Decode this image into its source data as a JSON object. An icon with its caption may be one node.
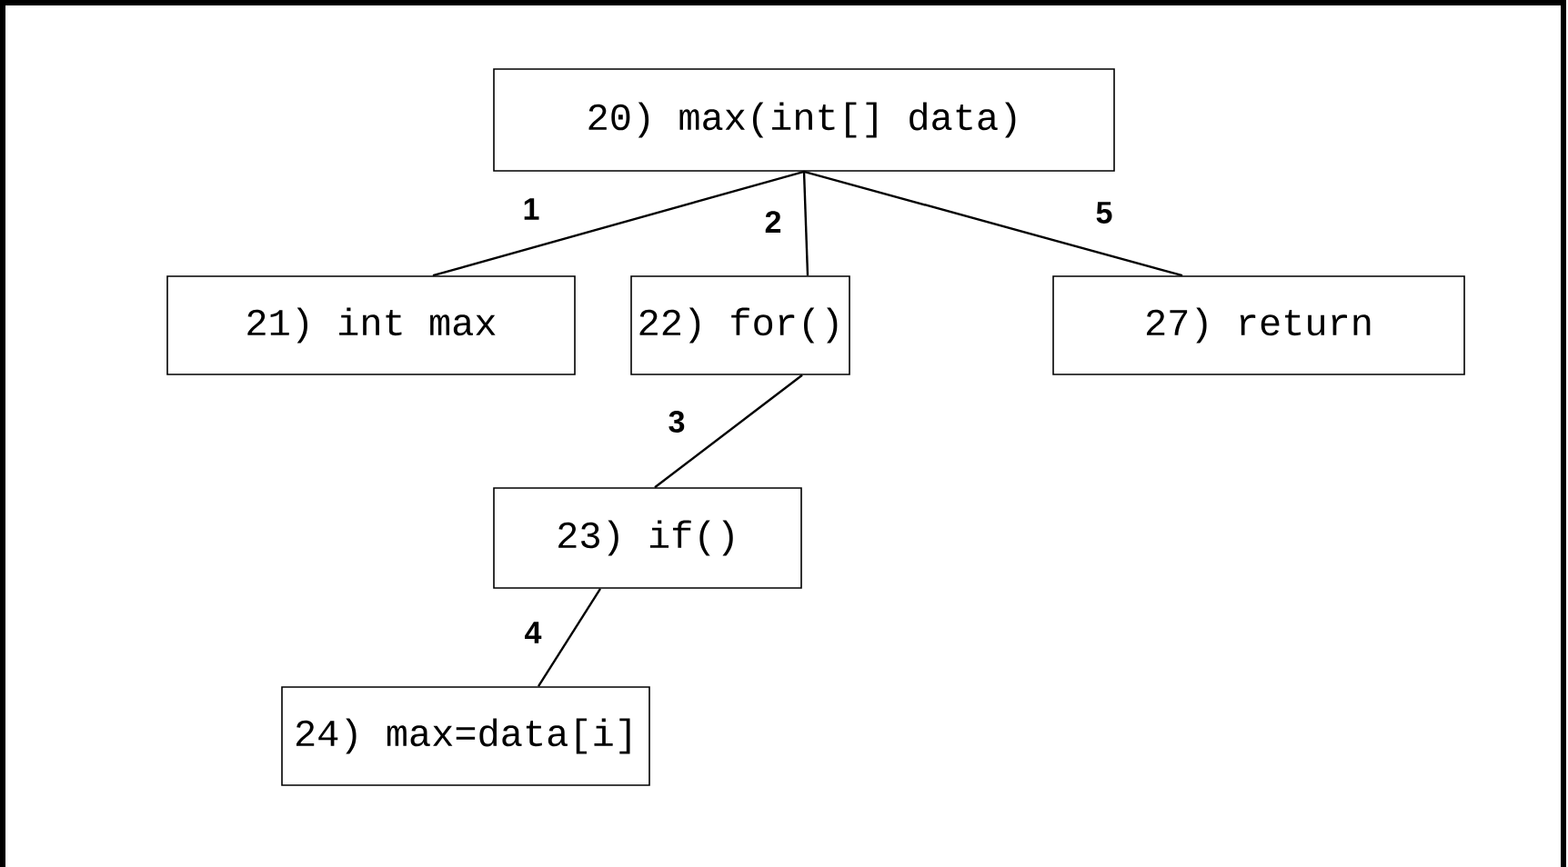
{
  "diagram": {
    "nodes": [
      {
        "text": [
          "20) max(int[] data)"
        ]
      },
      {
        "text": [
          "21) int max"
        ]
      },
      {
        "text": [
          "22) for()"
        ]
      },
      {
        "text": [
          "27) return"
        ]
      },
      {
        "text": [
          "23) if()"
        ]
      },
      {
        "text": [
          "24) max=data[i]"
        ]
      }
    ],
    "edges": [
      {
        "from": 0,
        "to": 1,
        "arrow": "none",
        "label": "1"
      },
      {
        "from": 0,
        "to": 2,
        "arrow": "none",
        "label": "2"
      },
      {
        "from": 0,
        "to": 3,
        "arrow": "none",
        "label": "5"
      },
      {
        "from": 2,
        "to": 4,
        "arrow": "none",
        "label": "3"
      },
      {
        "from": 4,
        "to": 5,
        "arrow": "none",
        "label": "4"
      }
    ]
  }
}
